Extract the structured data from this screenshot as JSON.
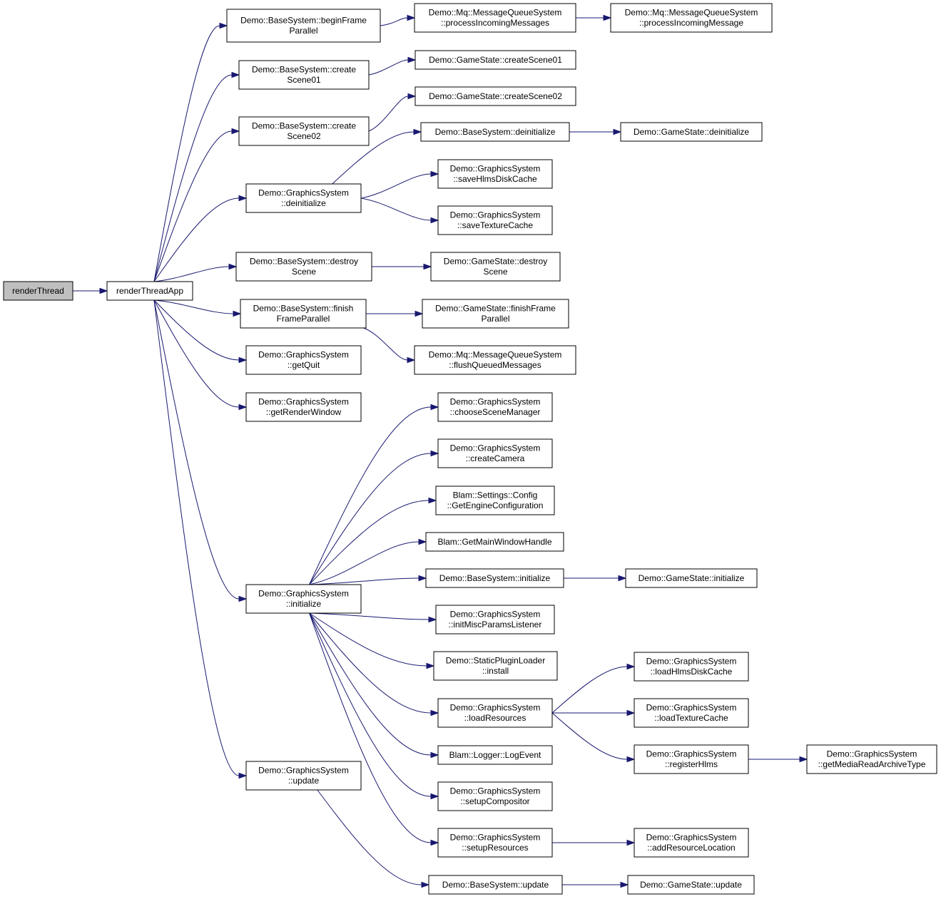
{
  "colors": {
    "edge": "#191970",
    "node_fill": "#ffffff",
    "root_fill": "#bfbfbf",
    "border": "#000000"
  },
  "nodes": [
    {
      "id": "renderThread",
      "lines": [
        "renderThread"
      ],
      "root": true
    },
    {
      "id": "renderThreadApp",
      "lines": [
        "renderThreadApp"
      ]
    },
    {
      "id": "bs_beginFrameParallel",
      "lines": [
        "Demo::BaseSystem::beginFrame",
        "Parallel"
      ]
    },
    {
      "id": "mq_processIncomingMessages",
      "lines": [
        "Demo::Mq::MessageQueueSystem",
        "::processIncomingMessages"
      ]
    },
    {
      "id": "mq_processIncomingMessage",
      "lines": [
        "Demo::Mq::MessageQueueSystem",
        "::processIncomingMessage"
      ]
    },
    {
      "id": "bs_createScene01",
      "lines": [
        "Demo::BaseSystem::create",
        "Scene01"
      ]
    },
    {
      "id": "gs_createScene01",
      "lines": [
        "Demo::GameState::createScene01"
      ]
    },
    {
      "id": "bs_createScene02",
      "lines": [
        "Demo::BaseSystem::create",
        "Scene02"
      ]
    },
    {
      "id": "gs_createScene02",
      "lines": [
        "Demo::GameState::createScene02"
      ]
    },
    {
      "id": "bs_deinitialize",
      "lines": [
        "Demo::BaseSystem::deinitialize"
      ]
    },
    {
      "id": "gst_deinitialize",
      "lines": [
        "Demo::GameState::deinitialize"
      ]
    },
    {
      "id": "gfx_deinitialize",
      "lines": [
        "Demo::GraphicsSystem",
        "::deinitialize"
      ]
    },
    {
      "id": "gfx_saveHlmsDiskCache",
      "lines": [
        "Demo::GraphicsSystem",
        "::saveHlmsDiskCache"
      ]
    },
    {
      "id": "gfx_saveTextureCache",
      "lines": [
        "Demo::GraphicsSystem",
        "::saveTextureCache"
      ]
    },
    {
      "id": "bs_destroyScene",
      "lines": [
        "Demo::BaseSystem::destroy",
        "Scene"
      ]
    },
    {
      "id": "gst_destroyScene",
      "lines": [
        "Demo::GameState::destroy",
        "Scene"
      ]
    },
    {
      "id": "bs_finishFrameParallel",
      "lines": [
        "Demo::BaseSystem::finish",
        "FrameParallel"
      ]
    },
    {
      "id": "gst_finishFrameParallel",
      "lines": [
        "Demo::GameState::finishFrame",
        "Parallel"
      ]
    },
    {
      "id": "mq_flushQueuedMessages",
      "lines": [
        "Demo::Mq::MessageQueueSystem",
        "::flushQueuedMessages"
      ]
    },
    {
      "id": "gfx_getQuit",
      "lines": [
        "Demo::GraphicsSystem",
        "::getQuit"
      ]
    },
    {
      "id": "gfx_getRenderWindow",
      "lines": [
        "Demo::GraphicsSystem",
        "::getRenderWindow"
      ]
    },
    {
      "id": "gfx_chooseSceneManager",
      "lines": [
        "Demo::GraphicsSystem",
        "::chooseSceneManager"
      ]
    },
    {
      "id": "gfx_createCamera",
      "lines": [
        "Demo::GraphicsSystem",
        "::createCamera"
      ]
    },
    {
      "id": "blam_getEngineConfiguration",
      "lines": [
        "Blam::Settings::Config",
        "::GetEngineConfiguration"
      ]
    },
    {
      "id": "blam_getMainWindowHandle",
      "lines": [
        "Blam::GetMainWindowHandle"
      ]
    },
    {
      "id": "gfx_initialize",
      "lines": [
        "Demo::GraphicsSystem",
        "::initialize"
      ]
    },
    {
      "id": "bs_initialize",
      "lines": [
        "Demo::BaseSystem::initialize"
      ]
    },
    {
      "id": "gst_initialize",
      "lines": [
        "Demo::GameState::initialize"
      ]
    },
    {
      "id": "gfx_initMiscParamsListener",
      "lines": [
        "Demo::GraphicsSystem",
        "::initMiscParamsListener"
      ]
    },
    {
      "id": "spl_install",
      "lines": [
        "Demo::StaticPluginLoader",
        "::install"
      ]
    },
    {
      "id": "gfx_loadResources",
      "lines": [
        "Demo::GraphicsSystem",
        "::loadResources"
      ]
    },
    {
      "id": "gfx_loadHlmsDiskCache",
      "lines": [
        "Demo::GraphicsSystem",
        "::loadHlmsDiskCache"
      ]
    },
    {
      "id": "gfx_loadTextureCache",
      "lines": [
        "Demo::GraphicsSystem",
        "::loadTextureCache"
      ]
    },
    {
      "id": "gfx_registerHlms",
      "lines": [
        "Demo::GraphicsSystem",
        "::registerHlms"
      ]
    },
    {
      "id": "gfx_getMediaReadArchiveType",
      "lines": [
        "Demo::GraphicsSystem",
        "::getMediaReadArchiveType"
      ]
    },
    {
      "id": "blam_logEvent",
      "lines": [
        "Blam::Logger::LogEvent"
      ]
    },
    {
      "id": "gfx_setupCompositor",
      "lines": [
        "Demo::GraphicsSystem",
        "::setupCompositor"
      ]
    },
    {
      "id": "gfx_setupResources",
      "lines": [
        "Demo::GraphicsSystem",
        "::setupResources"
      ]
    },
    {
      "id": "gfx_addResourceLocation",
      "lines": [
        "Demo::GraphicsSystem",
        "::addResourceLocation"
      ]
    },
    {
      "id": "gfx_update",
      "lines": [
        "Demo::GraphicsSystem",
        "::update"
      ]
    },
    {
      "id": "bs_update",
      "lines": [
        "Demo::BaseSystem::update"
      ]
    },
    {
      "id": "gst_update",
      "lines": [
        "Demo::GameState::update"
      ]
    }
  ],
  "edges": [
    [
      "renderThread",
      "renderThreadApp"
    ],
    [
      "renderThreadApp",
      "bs_beginFrameParallel"
    ],
    [
      "renderThreadApp",
      "bs_createScene01"
    ],
    [
      "renderThreadApp",
      "bs_createScene02"
    ],
    [
      "renderThreadApp",
      "gfx_deinitialize"
    ],
    [
      "renderThreadApp",
      "bs_destroyScene"
    ],
    [
      "renderThreadApp",
      "bs_finishFrameParallel"
    ],
    [
      "renderThreadApp",
      "gfx_getQuit"
    ],
    [
      "renderThreadApp",
      "gfx_getRenderWindow"
    ],
    [
      "renderThreadApp",
      "gfx_initialize"
    ],
    [
      "renderThreadApp",
      "gfx_update"
    ],
    [
      "bs_beginFrameParallel",
      "mq_processIncomingMessages"
    ],
    [
      "mq_processIncomingMessages",
      "mq_processIncomingMessage"
    ],
    [
      "bs_createScene01",
      "gs_createScene01"
    ],
    [
      "bs_createScene02",
      "gs_createScene02"
    ],
    [
      "gfx_deinitialize",
      "bs_deinitialize"
    ],
    [
      "gfx_deinitialize",
      "gfx_saveHlmsDiskCache"
    ],
    [
      "gfx_deinitialize",
      "gfx_saveTextureCache"
    ],
    [
      "bs_deinitialize",
      "gst_deinitialize"
    ],
    [
      "bs_destroyScene",
      "gst_destroyScene"
    ],
    [
      "bs_finishFrameParallel",
      "gst_finishFrameParallel"
    ],
    [
      "bs_finishFrameParallel",
      "mq_flushQueuedMessages"
    ],
    [
      "gfx_initialize",
      "gfx_chooseSceneManager"
    ],
    [
      "gfx_initialize",
      "gfx_createCamera"
    ],
    [
      "gfx_initialize",
      "blam_getEngineConfiguration"
    ],
    [
      "gfx_initialize",
      "blam_getMainWindowHandle"
    ],
    [
      "gfx_initialize",
      "bs_initialize"
    ],
    [
      "gfx_initialize",
      "gfx_initMiscParamsListener"
    ],
    [
      "gfx_initialize",
      "spl_install"
    ],
    [
      "gfx_initialize",
      "gfx_loadResources"
    ],
    [
      "gfx_initialize",
      "blam_logEvent"
    ],
    [
      "gfx_initialize",
      "gfx_setupCompositor"
    ],
    [
      "gfx_initialize",
      "gfx_setupResources"
    ],
    [
      "bs_initialize",
      "gst_initialize"
    ],
    [
      "gfx_loadResources",
      "gfx_loadHlmsDiskCache"
    ],
    [
      "gfx_loadResources",
      "gfx_loadTextureCache"
    ],
    [
      "gfx_loadResources",
      "gfx_registerHlms"
    ],
    [
      "gfx_registerHlms",
      "gfx_getMediaReadArchiveType"
    ],
    [
      "gfx_setupResources",
      "gfx_addResourceLocation"
    ],
    [
      "gfx_update",
      "bs_update"
    ],
    [
      "bs_update",
      "gst_update"
    ]
  ]
}
